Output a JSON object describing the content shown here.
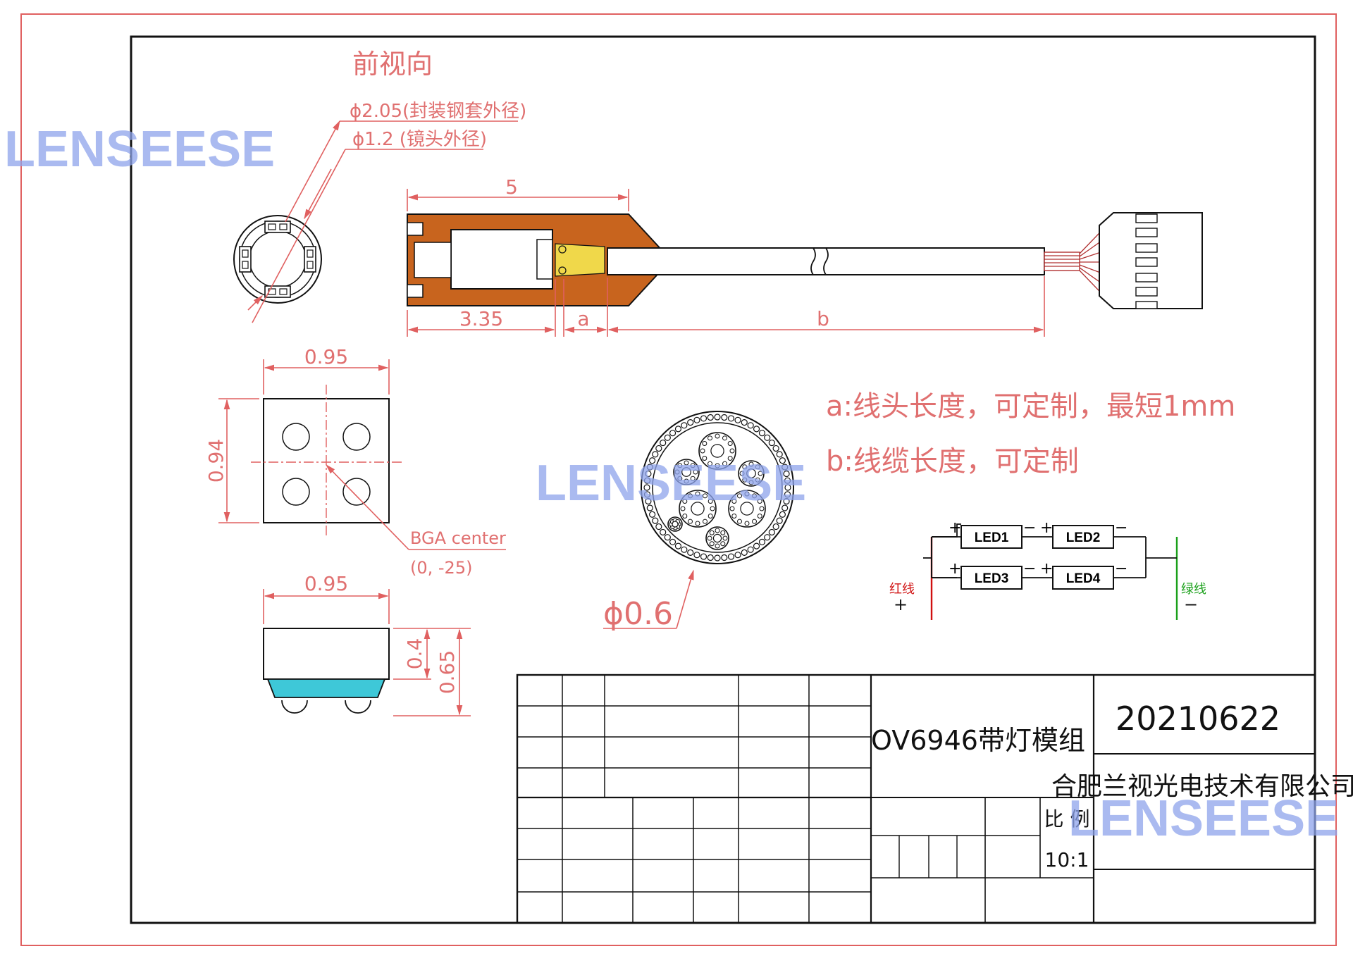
{
  "watermark": "LENSEESE",
  "front_view": {
    "title": "前视向",
    "dim_outer": "ϕ2.05(封装钢套外径)",
    "dim_lens": "ϕ1.2 (镜头外径)"
  },
  "side_view": {
    "dim_length": "5",
    "dim_body": "3.35",
    "dim_a": "a",
    "dim_b": "b"
  },
  "notes": {
    "note_a": "a:线头长度，可定制，最短1mm",
    "note_b": "b:线缆长度，可定制"
  },
  "sensor_top": {
    "dim_width": "0.95",
    "dim_height": "0.94",
    "bga_label": "BGA center",
    "bga_coord": "(0, -25)"
  },
  "sensor_side": {
    "dim_width": "0.95",
    "dim_h1": "0.4",
    "dim_h2": "0.65"
  },
  "cable": {
    "dim_diameter": "ϕ0.6"
  },
  "circuit": {
    "leds": [
      "LED1",
      "LED2",
      "LED3",
      "LED4"
    ],
    "plus": "+",
    "minus": "−",
    "red_wire": "红线",
    "green_wire": "绿线",
    "red_sign": "+",
    "green_sign": "−",
    "colors": {
      "red_wire": "#d01010",
      "green_wire": "#1aa01a"
    }
  },
  "title_block": {
    "product_name": "OV6946带灯模组",
    "date": "20210622",
    "company": "合肥兰视光电技术有限公司",
    "scale_label": "比 例",
    "scale_value": "10:1"
  },
  "colors": {
    "housing": "#c8641e",
    "led_glass": "#f0d84a",
    "lens_blue": "#3ec8d8",
    "dimension": "#e06060"
  }
}
